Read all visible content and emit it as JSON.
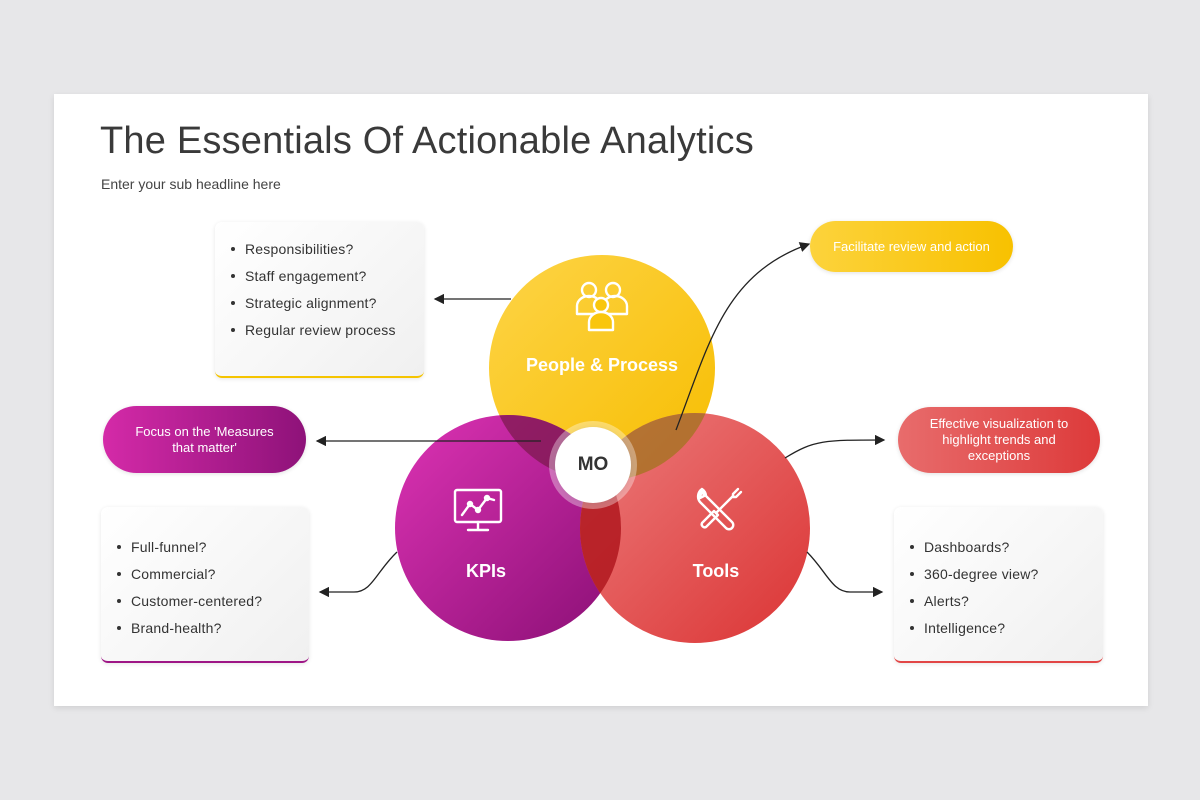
{
  "title": "The Essentials Of Actionable Analytics",
  "subtitle": "Enter your sub headline here",
  "center": "MO",
  "circles": {
    "people": {
      "label": "People & Process",
      "icon": "people-icon"
    },
    "kpis": {
      "label": "KPIs",
      "icon": "monitor-chart-icon"
    },
    "tools": {
      "label": "Tools",
      "icon": "tools-icon"
    }
  },
  "pills": {
    "facilitate": "Facilitate review and action",
    "focus": "Focus on the 'Measures that matter'",
    "effective": "Effective visualization to highlight trends and exceptions"
  },
  "lists": {
    "people": [
      "Responsibilities?",
      "Staff engagement?",
      "Strategic alignment?",
      "Regular review process"
    ],
    "kpis": [
      "Full-funnel?",
      "Commercial?",
      "Customer-centered?",
      "Brand-health?"
    ],
    "tools": [
      "Dashboards?",
      "360-degree view?",
      "Alerts?",
      "Intelligence?"
    ]
  },
  "colors": {
    "yellow": "#f8c100",
    "purple": "#b3179a",
    "red": "#e24646"
  }
}
